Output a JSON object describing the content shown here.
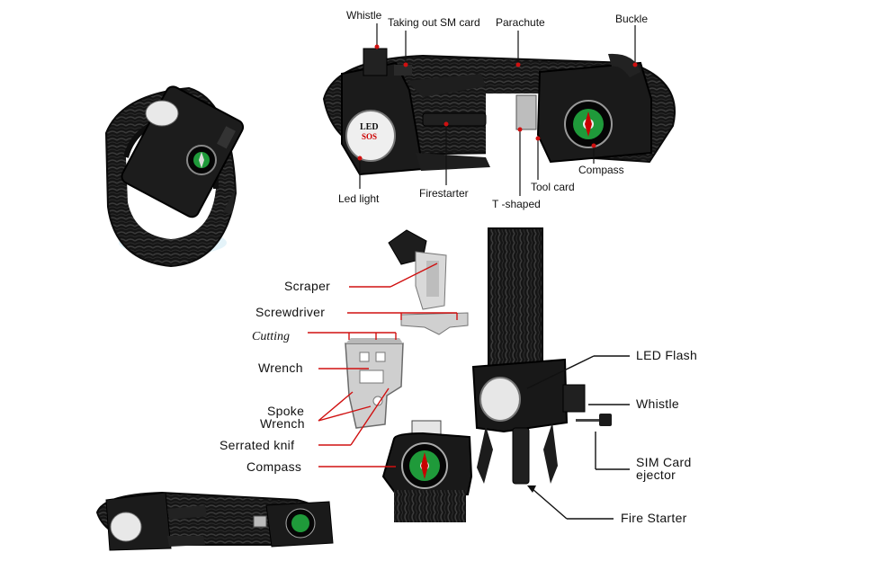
{
  "top_labels": {
    "whistle": "Whistle",
    "taking_out_sim": "Taking out SM card",
    "parachute": "Parachute",
    "buckle": "Buckle",
    "compass": "Compass",
    "tool_card": "Tool card",
    "t_shaped": "T -shaped",
    "led_light": "Led light",
    "firestarter": "Firestarter"
  },
  "tool_labels": {
    "scraper": "Scraper",
    "screwdriver": "Screwdriver",
    "cutting": "Cutting",
    "wrench": "Wrench",
    "spoke_wrench_line1": "Spoke",
    "spoke_wrench_line2": "Wrench",
    "serrated_knif": "Serrated knif",
    "compass": "Compass"
  },
  "right_labels": {
    "led_flash": "LED Flash",
    "whistle": "Whistle",
    "sim_line1": "SIM Card",
    "sim_line2": "ejector",
    "fire_starter": "Fire Starter"
  },
  "printed_on_device": {
    "led": "LED",
    "sos": "SOS"
  },
  "colors": {
    "leader_red": "#d01010",
    "leader_black": "#111111",
    "device_black": "#161616",
    "compass_green": "#1f9a3a"
  }
}
